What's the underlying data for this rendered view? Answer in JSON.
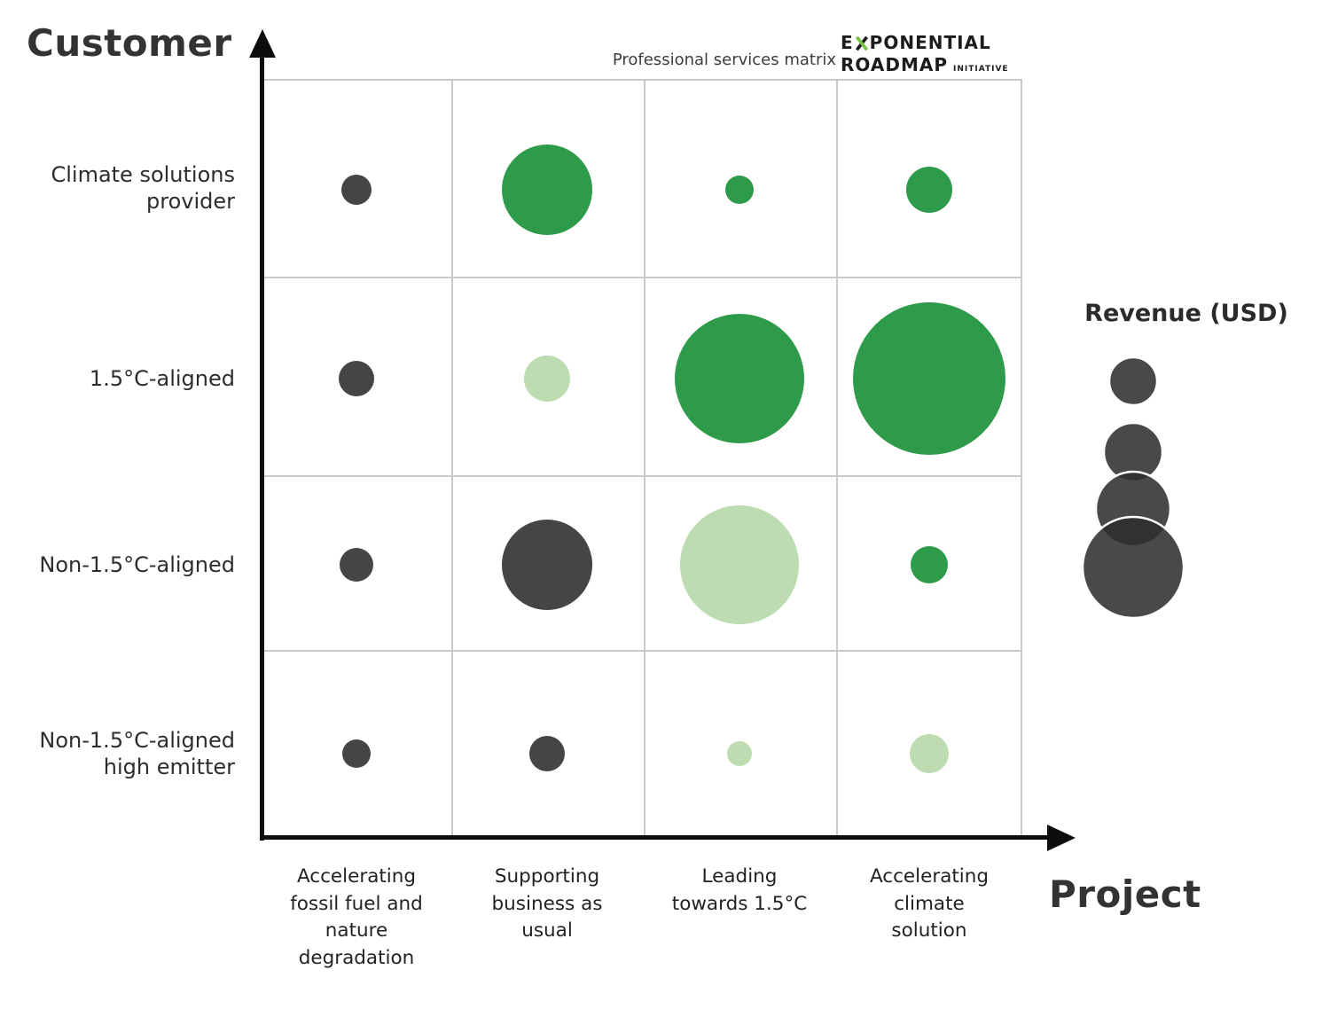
{
  "titles": {
    "customer": "Customer",
    "project": "Project"
  },
  "header": {
    "subtitle": "Professional services matrix"
  },
  "logo": {
    "line1_pre": "E",
    "line1_post": "PONENTIAL",
    "roadmap": "ROADMAP",
    "initiative": "INITIATIVE",
    "x_green": "#76c043",
    "text_color": "#1c1c1c"
  },
  "chart_data": {
    "type": "bubble-matrix",
    "xlabel": "Project",
    "ylabel": "Customer",
    "grid": true,
    "x_categories": [
      "Accelerating\nfossil fuel and\nnature\ndegradation",
      "Supporting\nbusiness as\nusual",
      "Leading\ntowards 1.5°C",
      "Accelerating\nclimate\nsolution"
    ],
    "y_categories": [
      "Climate solutions\nprovider",
      "1.5°C-aligned",
      "Non-1.5°C-aligned",
      "Non-1.5°C-aligned\nhigh emitter"
    ],
    "palette": {
      "dark": "#454545",
      "green": "#2e9b4a",
      "light_green": "#bedcb1",
      "legend_gray": "#2e2e2e",
      "grid_line": "#c9c9c9"
    },
    "cells": [
      {
        "row": 0,
        "col": 0,
        "r": 17,
        "color": "dark"
      },
      {
        "row": 0,
        "col": 1,
        "r": 51,
        "color": "green"
      },
      {
        "row": 0,
        "col": 2,
        "r": 16,
        "color": "green"
      },
      {
        "row": 0,
        "col": 3,
        "r": 26,
        "color": "green"
      },
      {
        "row": 1,
        "col": 0,
        "r": 20,
        "color": "dark"
      },
      {
        "row": 1,
        "col": 1,
        "r": 26,
        "color": "light_green"
      },
      {
        "row": 1,
        "col": 2,
        "r": 73,
        "color": "green"
      },
      {
        "row": 1,
        "col": 3,
        "r": 86,
        "color": "green"
      },
      {
        "row": 2,
        "col": 0,
        "r": 19,
        "color": "dark"
      },
      {
        "row": 2,
        "col": 1,
        "r": 51,
        "color": "dark"
      },
      {
        "row": 2,
        "col": 2,
        "r": 67,
        "color": "light_green"
      },
      {
        "row": 2,
        "col": 3,
        "r": 21,
        "color": "green"
      },
      {
        "row": 3,
        "col": 0,
        "r": 16,
        "color": "dark"
      },
      {
        "row": 3,
        "col": 1,
        "r": 20,
        "color": "dark"
      },
      {
        "row": 3,
        "col": 2,
        "r": 14,
        "color": "light_green"
      },
      {
        "row": 3,
        "col": 3,
        "r": 22,
        "color": "light_green"
      }
    ],
    "legend": {
      "title": "Revenue (USD)",
      "bubble_radii": [
        27,
        33,
        42,
        57
      ]
    }
  }
}
